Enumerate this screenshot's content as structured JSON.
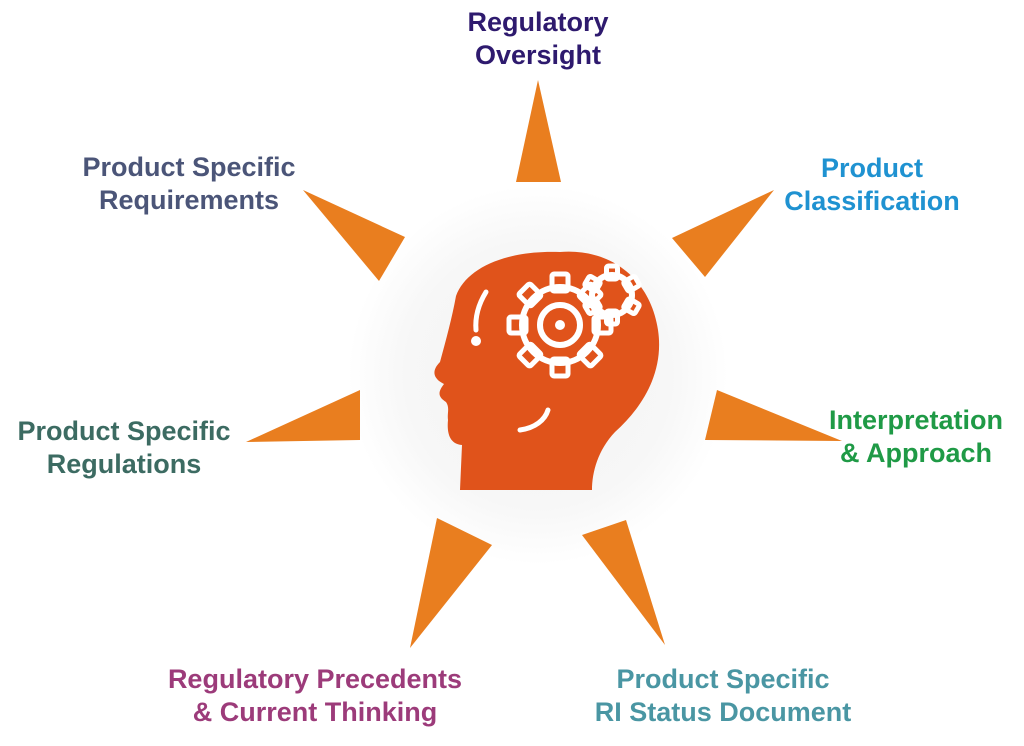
{
  "colors": {
    "ray": "#e97e1f",
    "head": "#e0531b",
    "glow": "#f6f6f6",
    "gear_stroke": "#ffffff"
  },
  "icons": {
    "center": "head-with-gears-icon"
  },
  "labels": {
    "oversight": {
      "lines": [
        "Regulatory",
        "Oversight"
      ],
      "color": "#2e1a6e"
    },
    "classification": {
      "lines": [
        "Product",
        "Classification"
      ],
      "color": "#1f92d1"
    },
    "interpretation": {
      "lines": [
        "Interpretation",
        "& Approach"
      ],
      "color": "#1f9a46"
    },
    "ri_status": {
      "lines": [
        "Product Specific",
        "RI Status Document"
      ],
      "color": "#4a96a3"
    },
    "precedents": {
      "lines": [
        "Regulatory Precedents",
        "& Current Thinking"
      ],
      "color": "#9c3b7a"
    },
    "regulations": {
      "lines": [
        "Product Specific",
        "Regulations"
      ],
      "color": "#3c6b62"
    },
    "requirements": {
      "lines": [
        "Product Specific",
        "Requirements"
      ],
      "color": "#4b5578"
    }
  }
}
